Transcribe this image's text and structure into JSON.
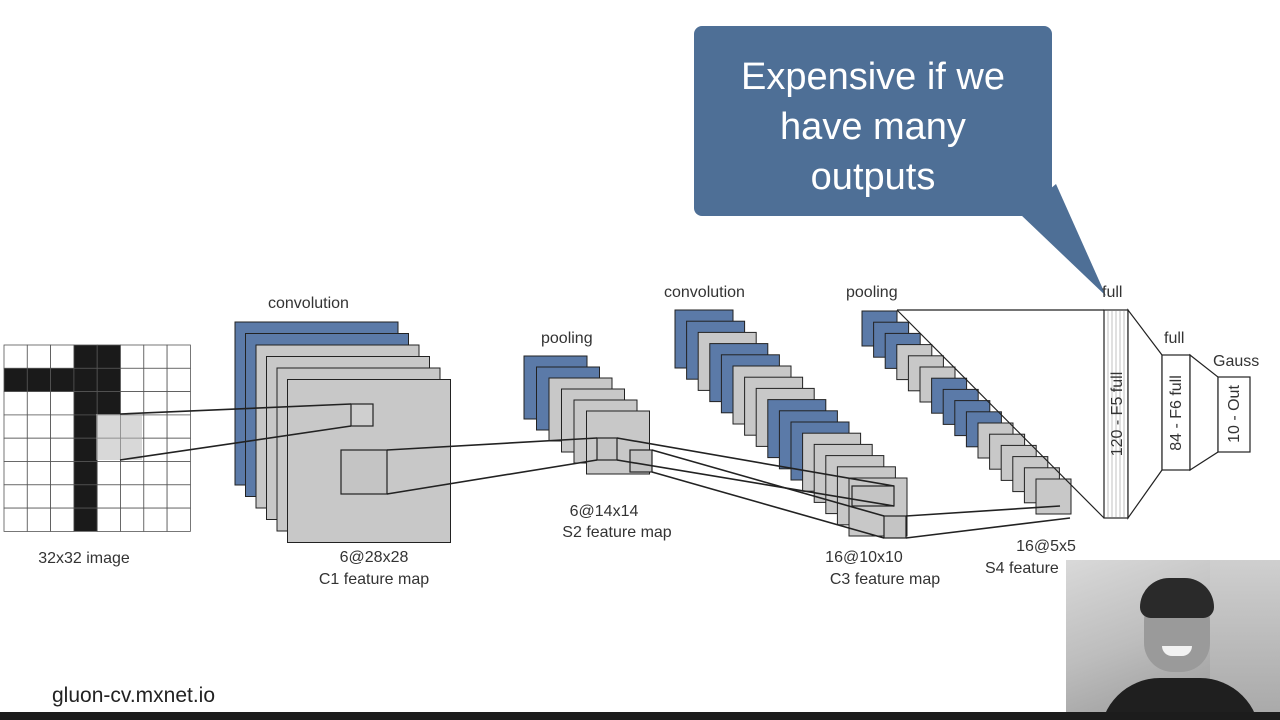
{
  "diagram": {
    "labels": {
      "conv1": "convolution",
      "pool1": "pooling",
      "conv2": "convolution",
      "pool2": "pooling",
      "full1": "full",
      "full2": "full",
      "gauss": "Gauss"
    },
    "captions": {
      "input": [
        "32x32 image"
      ],
      "c1": [
        "6@28x28",
        "C1 feature map"
      ],
      "s2": [
        "6@14x14",
        "S2 feature map"
      ],
      "c3": [
        "16@10x10",
        "C3 feature map"
      ],
      "s4": [
        "16@5x5",
        "S4 feature"
      ]
    },
    "fc_layers": {
      "f5": "120 - F5 full",
      "f6": "84 - F6 full",
      "out": "10 - Out"
    }
  },
  "callout": {
    "lines": [
      "Expensive if we",
      "have many",
      "outputs"
    ]
  },
  "footer": {
    "url": "gluon-cv.mxnet.io"
  },
  "colors": {
    "callout_bg": "#4e6f96",
    "layer_blue": "#5b7aa8",
    "layer_gray": "#c8c8c8",
    "pixel_black": "#1a1a1a"
  }
}
